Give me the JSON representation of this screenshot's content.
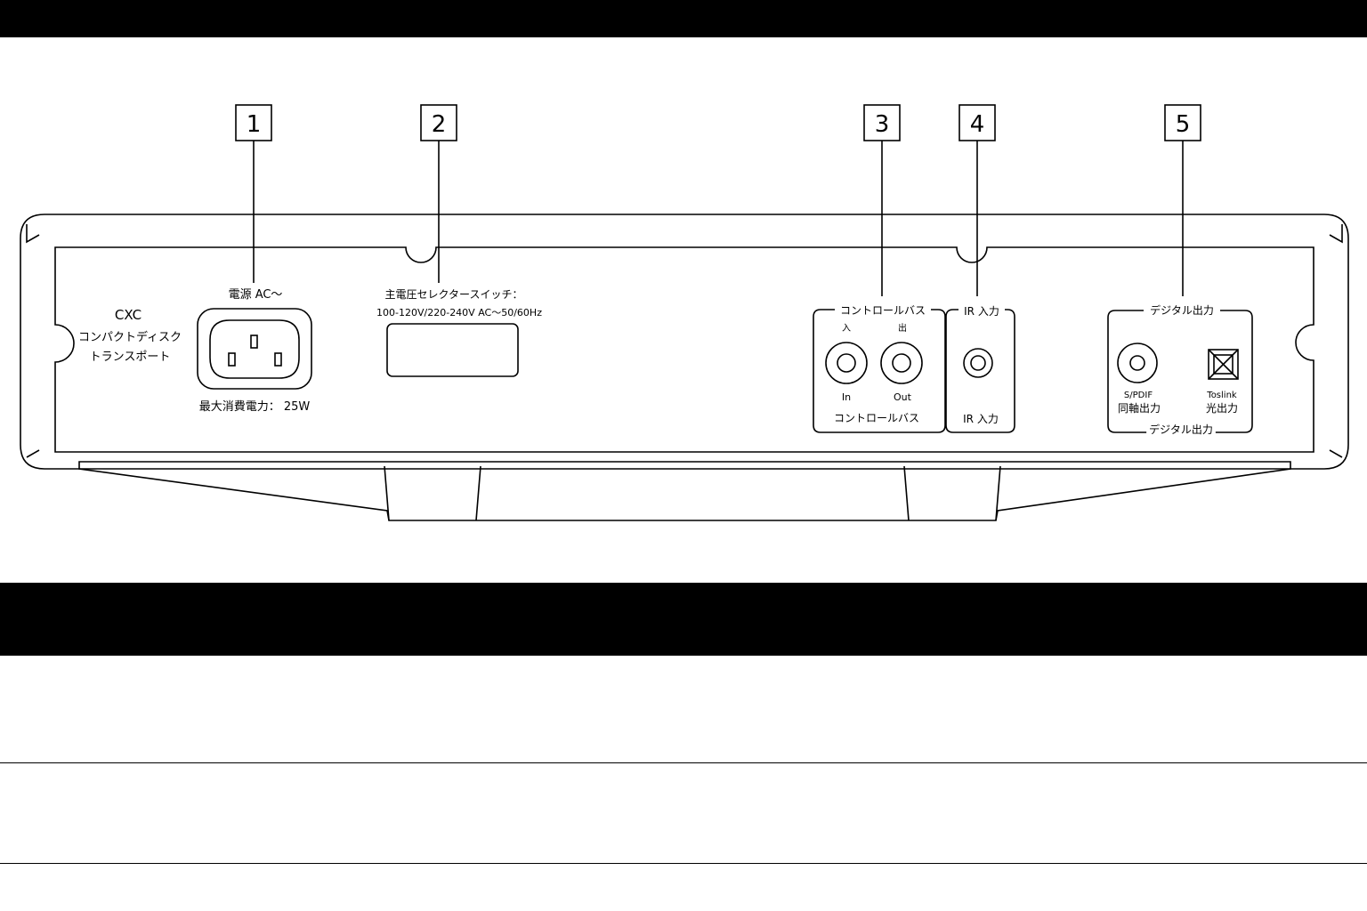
{
  "callouts": [
    {
      "number": "1"
    },
    {
      "number": "2"
    },
    {
      "number": "3"
    },
    {
      "number": "4"
    },
    {
      "number": "5"
    }
  ],
  "device": {
    "model": "CXC",
    "name_line1": "コンパクトディスク",
    "name_line2": "トランスポート"
  },
  "power": {
    "label": "電源 AC～",
    "max_consumption": "最大消費電力： 25W"
  },
  "voltage_selector": {
    "label": "主電圧セレクタースイッチ：",
    "spec": "100-120V/220-240V AC～50/60Hz"
  },
  "control_bus": {
    "title_top": "コントロールバス",
    "in_jp": "入",
    "out_jp": "出",
    "in_en": "In",
    "out_en": "Out",
    "title_bottom": "コントロールバス"
  },
  "ir_input": {
    "title_top": "IR 入力",
    "title_bottom": "IR 入力"
  },
  "digital_out": {
    "title_top": "デジタル出力",
    "spdif_line1": "S/PDIF",
    "spdif_line2": "同軸出力",
    "toslink_line1": "Toslink",
    "toslink_line2": "光出力",
    "title_bottom": "デジタル出力"
  }
}
